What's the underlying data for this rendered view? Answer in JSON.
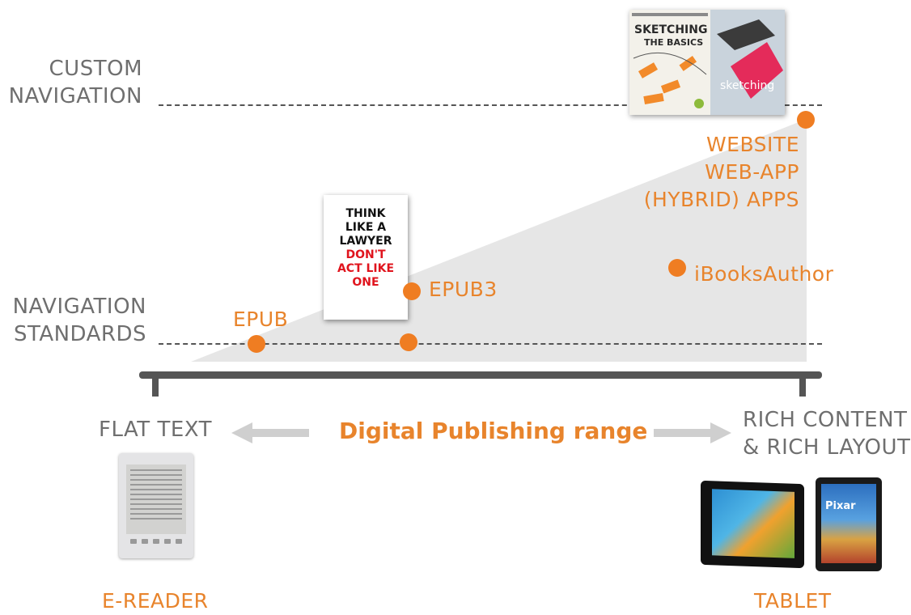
{
  "levels": {
    "custom_navigation": [
      "CUSTOM",
      "NAVIGATION"
    ],
    "navigation_standards": [
      "NAVIGATION",
      "STANDARDS"
    ]
  },
  "points": {
    "epub": "EPUB",
    "epub3": "EPUB3",
    "ibooksauthor": "iBooksAuthor",
    "website": [
      "WEBSITE",
      "WEB-APP",
      "(HYBRID) APPS"
    ]
  },
  "books": {
    "lawyer": {
      "black_lines": [
        "THINK",
        "LIKE A",
        "LAWYER"
      ],
      "red_lines": [
        "DON'T",
        "ACT LIKE",
        "ONE"
      ]
    },
    "sketching": {
      "left_title": [
        "SKETCHING",
        "THE BASICS"
      ],
      "right_title": "sketching"
    }
  },
  "range": {
    "left_label": "FLAT TEXT",
    "center_label": "Digital Publishing range",
    "right_label": [
      "RICH CONTENT",
      "& RICH LAYOUT"
    ]
  },
  "devices": {
    "ereader": "E-READER",
    "tablet": "TABLET",
    "tablet_screen_title": "Pixar"
  },
  "colors": {
    "accent": "#ef7d22",
    "label_gray": "#6f6f6f",
    "area_fill": "#e6e6e6",
    "bar": "#555555"
  }
}
